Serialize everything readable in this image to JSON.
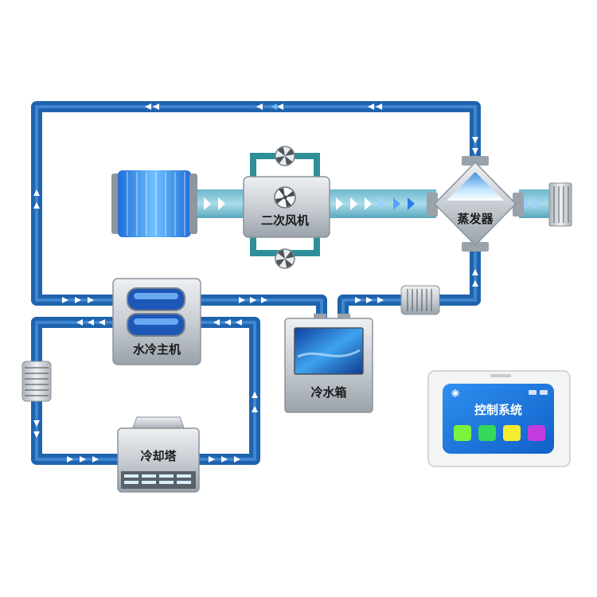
{
  "components": {
    "secondary_fan": "二次风机",
    "evaporator": "蒸发器",
    "water_chiller": "水冷主机",
    "cold_water_tank": "冷水箱",
    "cooling_tower": "冷却塔",
    "control_system": "控制系统"
  },
  "colors": {
    "pipe": "#1f63ad",
    "pipe_inner": "#3f86d0",
    "arrow": "#ffffff",
    "duct": "#7fc6d8",
    "metal": "#c9ced4",
    "metal_dark": "#8b939b",
    "control_screen": "#1e7ae0",
    "btn_green": "#7bf23c",
    "btn_lime": "#34d85a",
    "btn_yellow": "#f4ec2e",
    "btn_purple": "#c23ce0"
  },
  "icons": [
    "fan-icon",
    "snowflake-icon",
    "flow-arrow-icon"
  ]
}
